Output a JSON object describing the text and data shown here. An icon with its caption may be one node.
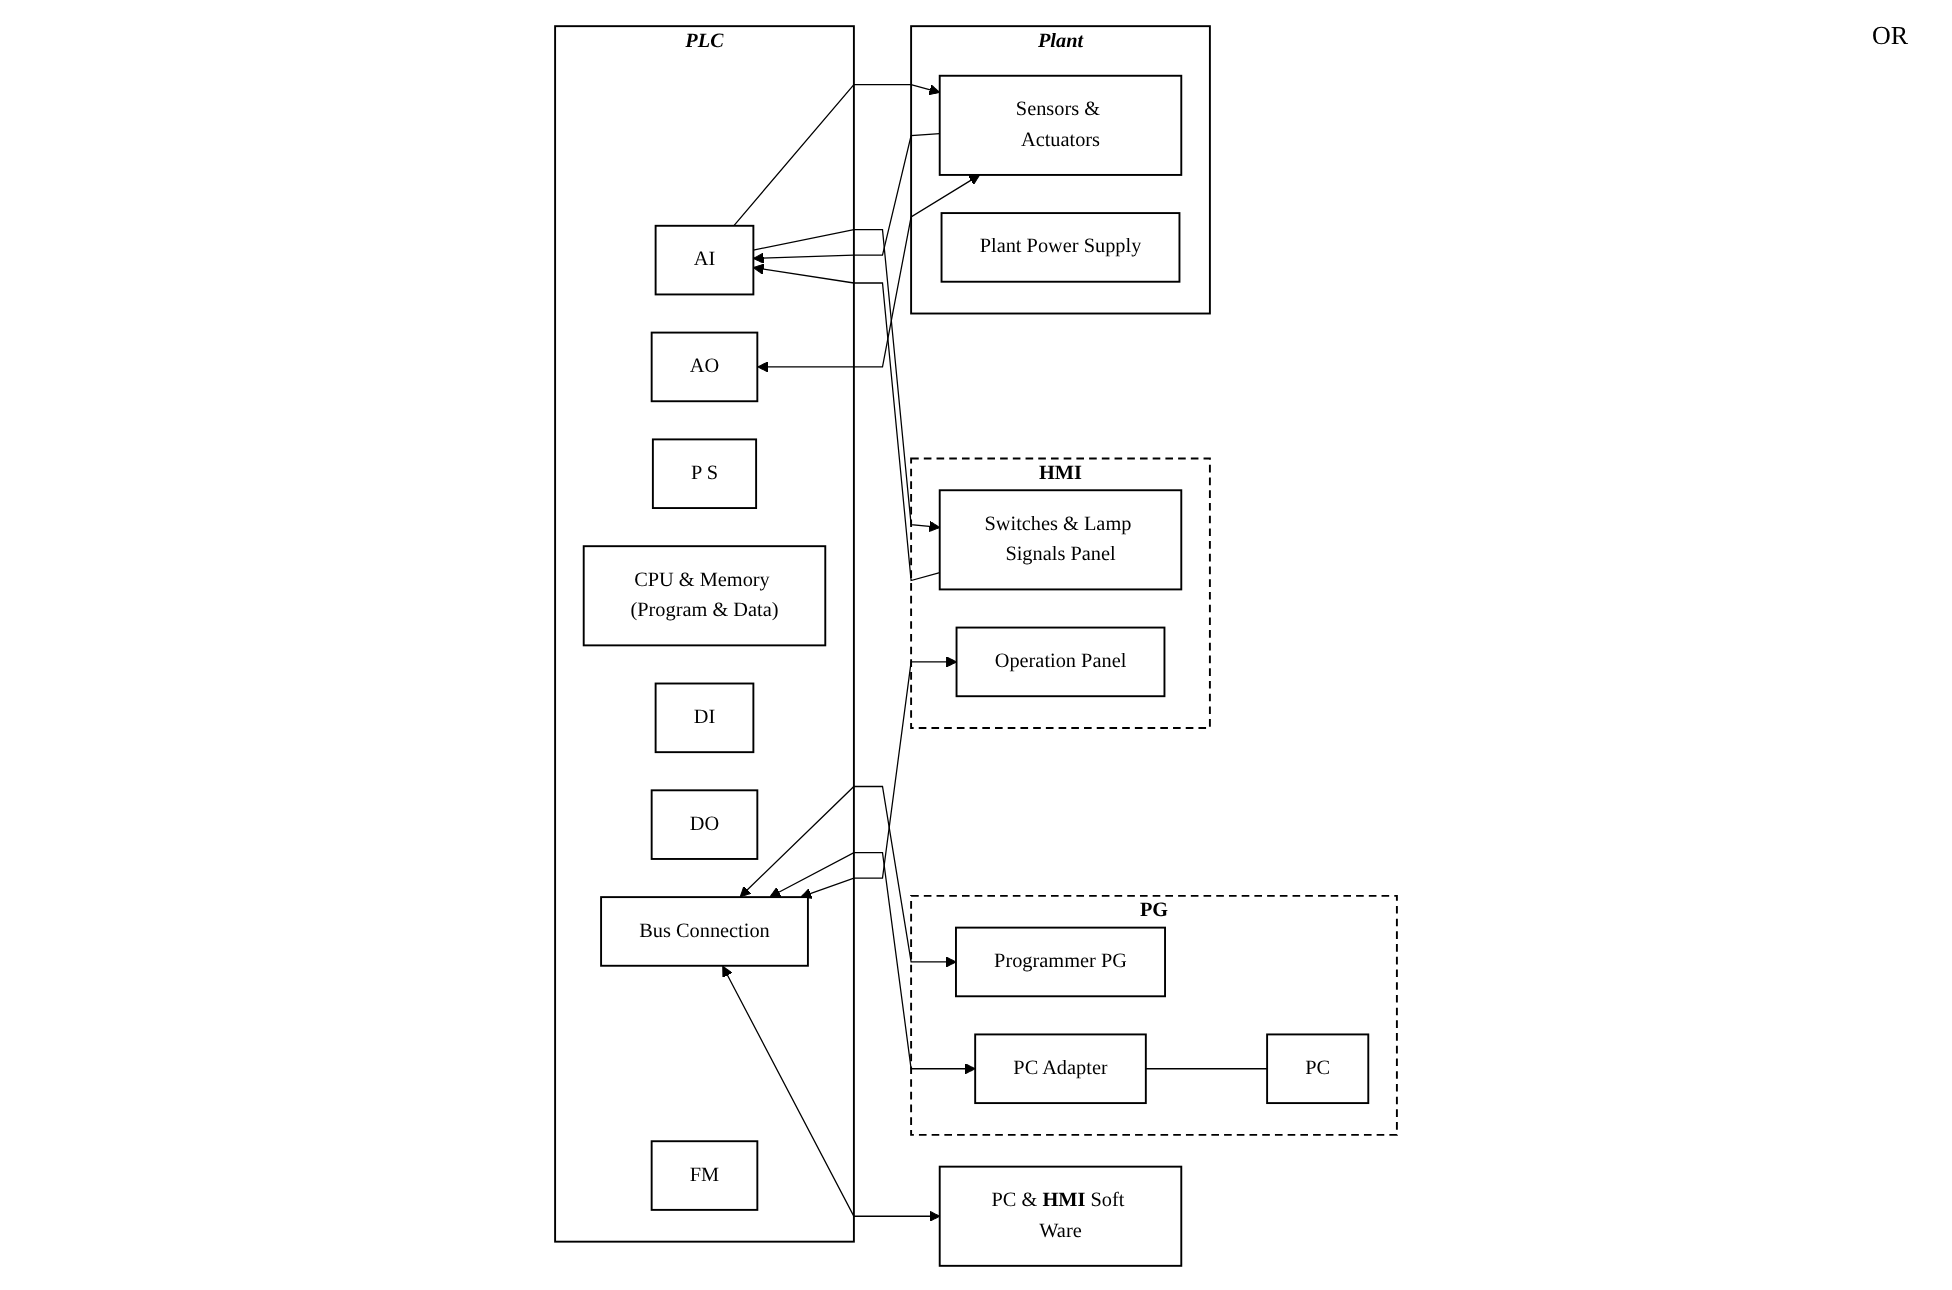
{
  "diagram": {
    "nodes": [
      {
        "text": [
          "PLC"
        ]
      },
      {
        "text": [
          "P S"
        ],
        "in": 0
      },
      {
        "text": [
          "CPU & Memory (Program & Data)"
        ],
        "in": 0
      },
      {
        "text": [
          "DI"
        ],
        "in": 0
      },
      {
        "text": [
          "DO"
        ],
        "in": 0
      },
      {
        "text": [
          "AI"
        ],
        "in": 0
      },
      {
        "text": [
          "AO"
        ],
        "in": 0
      },
      {
        "text": [
          "Bus Connection"
        ],
        "in": 0
      },
      {
        "text": [
          "FM"
        ],
        "in": 0
      },
      {
        "text": [
          "Plant"
        ]
      },
      {
        "text": [
          "Sensors & Actuators"
        ],
        "in": 9
      },
      {
        "text": [
          "Plant Power Supply"
        ],
        "in": 9
      },
      {
        "text": [
          "PG"
        ]
      },
      {
        "text": [
          "Programmer PG"
        ],
        "in": 12
      },
      {
        "text": [
          "PC Adapter"
        ],
        "in": 12
      },
      {
        "text": [
          "PC"
        ],
        "in": 12
      },
      {
        "text": [
          "HMI"
        ]
      },
      {
        "text": [
          "Operation Panel"
        ],
        "in": 16
      },
      {
        "text": [
          "Switches & Lamp Signals Panel"
        ],
        "in": 16
      },
      {
        "text": [
          "PC & **HMI** Soft Ware"
        ]
      }
    ],
    "edges": [
      {
        "from": 5,
        "to": 10,
        "arrow": "to"
      },
      {
        "from": 5,
        "to": 18,
        "arrow": "to"
      },
      {
        "from": 10,
        "to": 5,
        "arrow": "to"
      },
      {
        "from": 18,
        "to": 5,
        "arrow": "to"
      },
      {
        "from": 6,
        "to": 10,
        "arrow": "both"
      },
      {
        "from": 7,
        "to": 13,
        "arrow": "both"
      },
      {
        "from": 7,
        "to": 14,
        "arrow": "both"
      },
      {
        "from": 7,
        "to": 17,
        "arrow": "both"
      },
      {
        "from": 7,
        "to": 19,
        "arrow": "both"
      },
      {
        "from": 14,
        "to": 15,
        "arrow": "none"
      }
    ],
    "labels": [
      "OR"
    ]
  }
}
